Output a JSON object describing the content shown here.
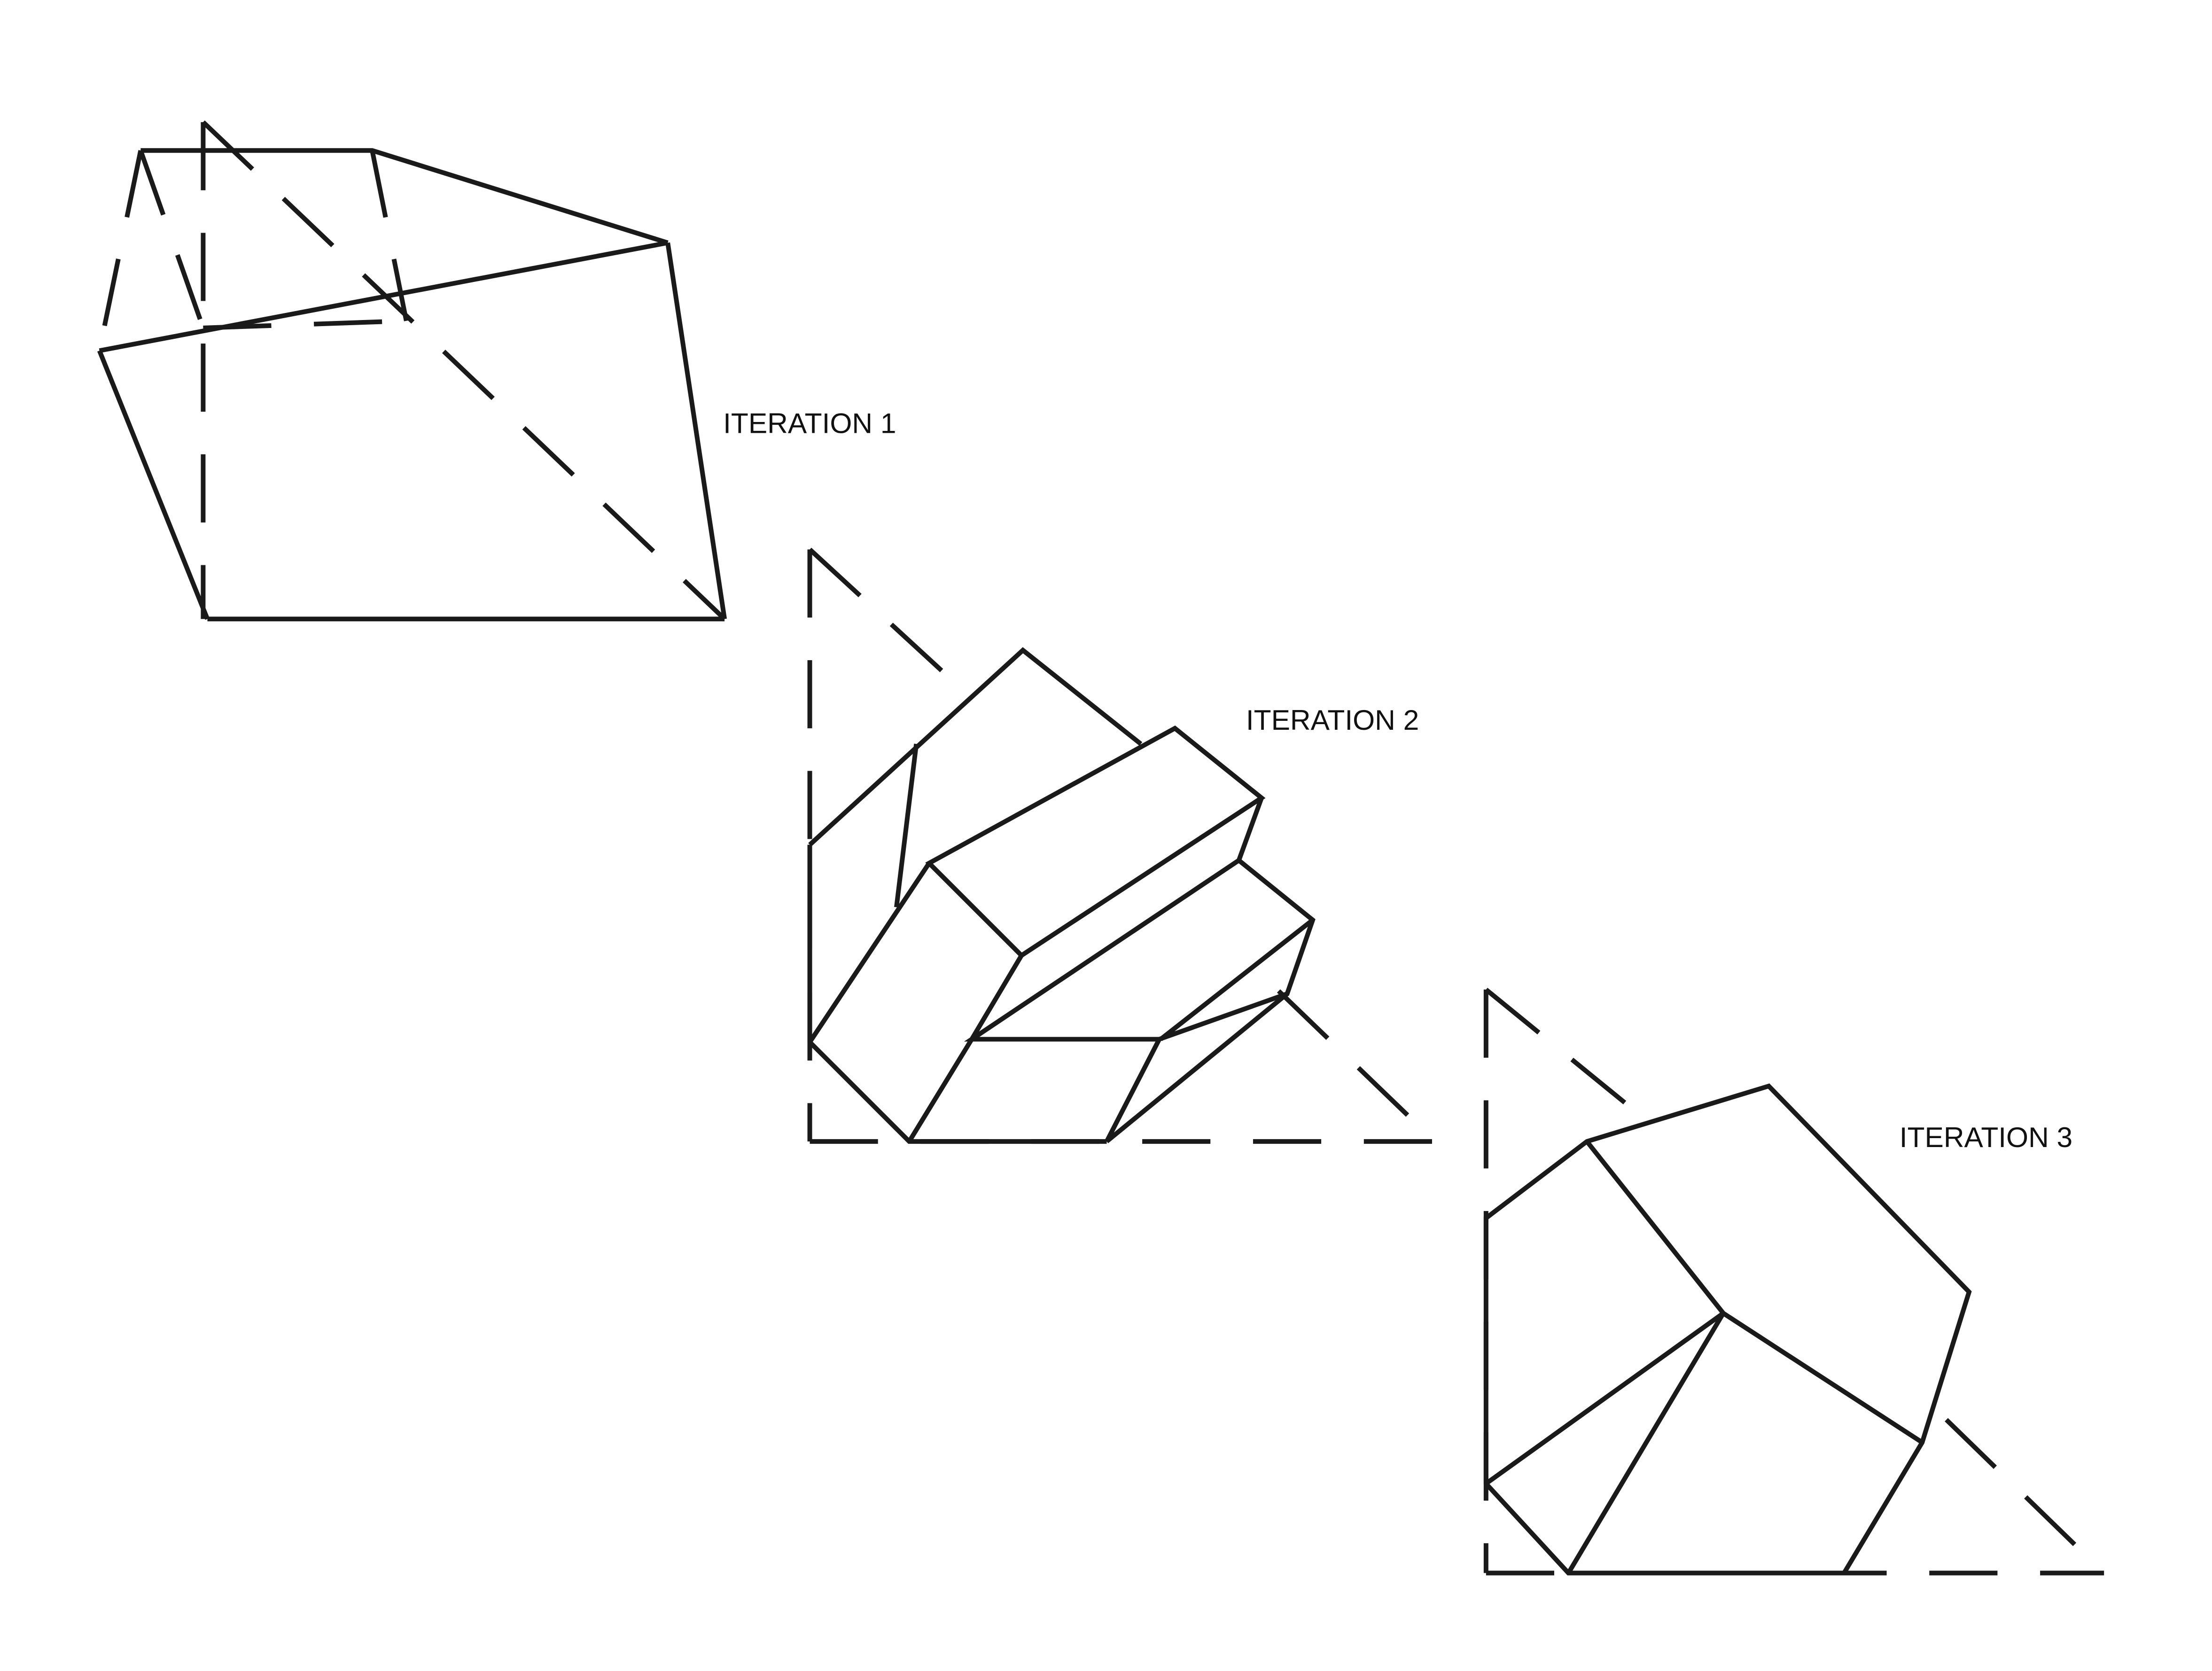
{
  "diagram": {
    "iterations": [
      {
        "label": "ITERATION 1"
      },
      {
        "label": "ITERATION 2"
      },
      {
        "label": "ITERATION 3"
      }
    ],
    "line_color": "#1a1a1a",
    "background_color": "#ffffff"
  }
}
